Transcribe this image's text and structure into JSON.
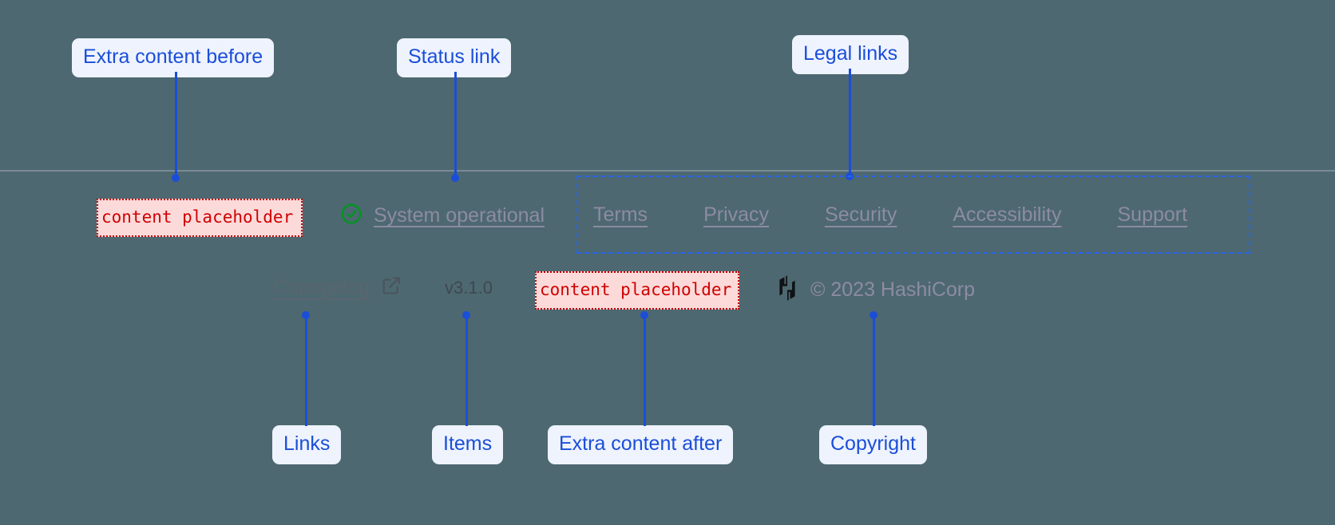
{
  "theme": {
    "page_background": "#4d6870",
    "annotation_accent": "#1b4ed8",
    "annotation_label_bg": "#eef3fe",
    "placeholder_text": "#d00000",
    "placeholder_bg": "#fcdada",
    "placeholder_border": "#c40000",
    "muted_link": "#8d8ba3",
    "status_ok": "#009422",
    "logo": "#0f1114"
  },
  "annotations": [
    {
      "id": "extra-content-before",
      "label": "Extra content before"
    },
    {
      "id": "status-link",
      "label": "Status link"
    },
    {
      "id": "legal-links",
      "label": "Legal links"
    },
    {
      "id": "links",
      "label": "Links"
    },
    {
      "id": "items",
      "label": "Items"
    },
    {
      "id": "extra-content-after",
      "label": "Extra content after"
    },
    {
      "id": "copyright",
      "label": "Copyright"
    }
  ],
  "footer": {
    "placeholders": [
      {
        "id": "before",
        "text": "content placeholder"
      },
      {
        "id": "after",
        "text": "content placeholder"
      }
    ],
    "status": {
      "icon": "check-circle-icon",
      "label": "System operational"
    },
    "legal_links": [
      {
        "label": "Terms"
      },
      {
        "label": "Privacy"
      },
      {
        "label": "Security"
      },
      {
        "label": "Accessibility"
      },
      {
        "label": "Support"
      }
    ],
    "changelog": {
      "label": "Changelog",
      "icon": "external-link-icon"
    },
    "version": "v3.1.0",
    "copyright": {
      "logo": "hashicorp-logo-icon",
      "text": "© 2023 HashiCorp"
    }
  }
}
